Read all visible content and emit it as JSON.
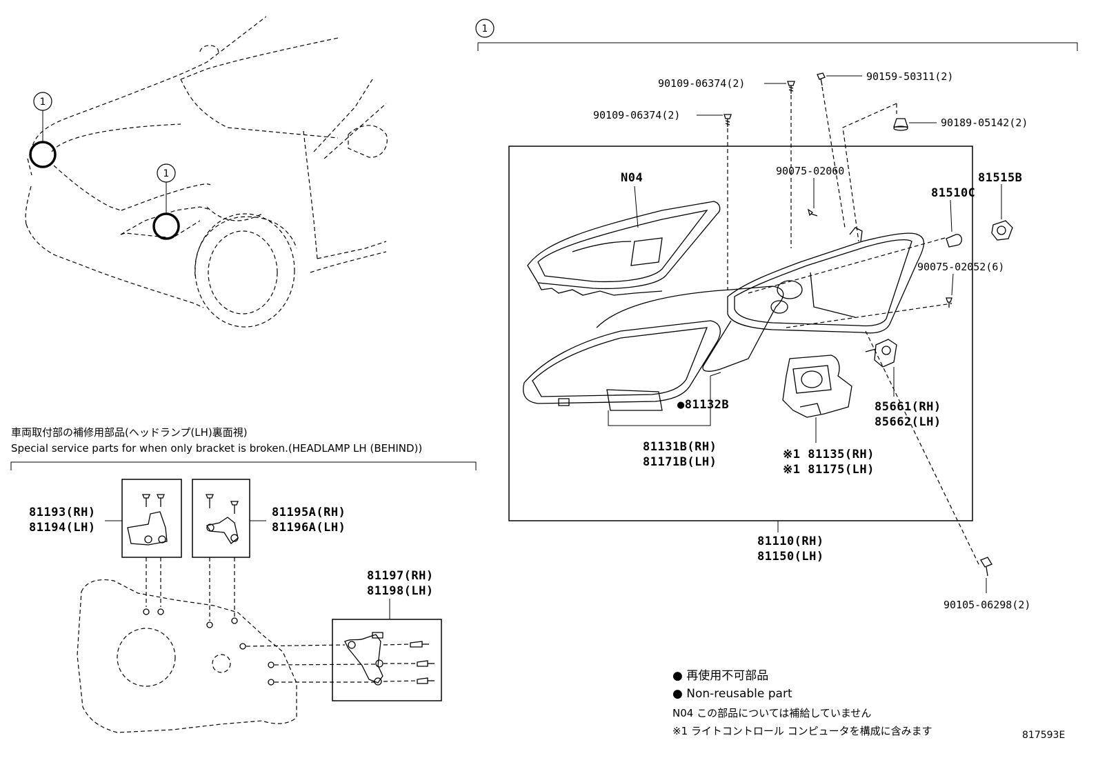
{
  "callout_number": "1",
  "parts": {
    "screw_90109_top": "90109-06374(2)",
    "screw_90109_mid": "90109-06374(2)",
    "bolt_90159": "90159-50311(2)",
    "nut_90189": "90189-05142(2)",
    "screw_90075_02060": "90075-02060",
    "n04": "N04",
    "socket_81515b": "81515B",
    "bulb_81510c": "81510C",
    "screw_90075_02052": "90075-02052(6)",
    "gasket_81132b": "●81132B",
    "lens_rh": "81131B(RH)",
    "lens_lh": "81171B(LH)",
    "computer_rh": "※1 81135(RH)",
    "computer_lh": "※1 81175(LH)",
    "actuator_rh": "85661(RH)",
    "actuator_lh": "85662(LH)",
    "headlamp_rh": "81110(RH)",
    "headlamp_lh": "81150(LH)",
    "bolt_90105": "90105-06298(2)",
    "bracket1_rh": "81193(RH)",
    "bracket1_lh": "81194(LH)",
    "bracket2_rh": "81195A(RH)",
    "bracket2_lh": "81196A(LH)",
    "bracket3_rh": "81197(RH)",
    "bracket3_lh": "81198(LH)"
  },
  "service_parts": {
    "title_jp": "車両取付部の補修用部品(ヘッドランプ(LH)裏面視)",
    "title_en": "Special service parts for when only bracket is broken.(HEADLAMP LH (BEHIND))"
  },
  "legend": {
    "bullet_jp": "● 再使用不可部品",
    "bullet_en": "● Non-reusable part",
    "n04_note": "N04 この部品については補給していません",
    "note1": "※1 ライトコントロール コンピュータを構成に含みます"
  },
  "drawing_number": "817593E"
}
